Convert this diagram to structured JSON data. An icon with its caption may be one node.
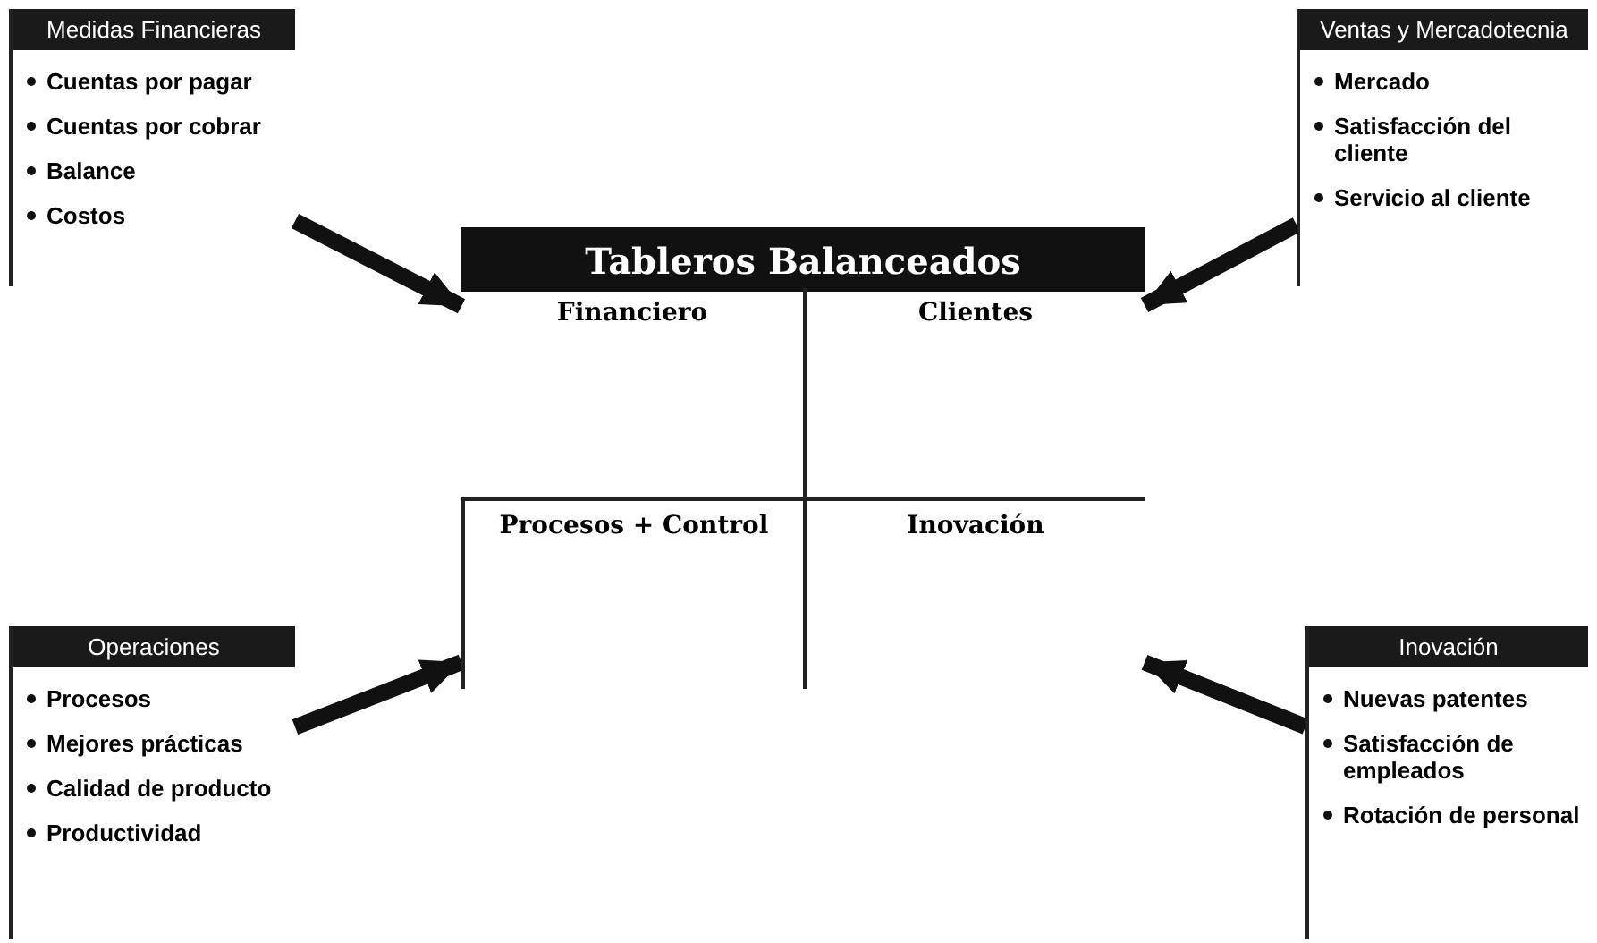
{
  "diagram": {
    "nodes": [
      {
        "text": [
          "Medidas Financieras",
          "Cuentas por pagar",
          "Cuentas por cobrar",
          "Balance",
          "Costos"
        ]
      },
      {
        "text": [
          "Ventas y Mercadotecnia",
          "Mercado",
          "Satisfacción del cliente",
          "Servicio al cliente"
        ]
      },
      {
        "text": [
          "Tableros Balanceados"
        ]
      },
      {
        "text": [
          "Financiero"
        ],
        "in": 2
      },
      {
        "text": [
          "Clientes"
        ],
        "in": 2
      },
      {
        "text": [
          "Procesos + Control"
        ],
        "in": 2
      },
      {
        "text": [
          "Inovación"
        ],
        "in": 2
      },
      {
        "text": [
          "Operaciones",
          "Procesos",
          "Mejores prácticas",
          "Calidad de producto",
          "Productividad"
        ]
      },
      {
        "text": [
          "Inovación",
          "Nuevas patentes",
          "Satisfacción de empleados",
          "Rotación de personal"
        ]
      }
    ],
    "edges": [
      {
        "from": 0,
        "to": 3,
        "arrow": "to"
      },
      {
        "from": 1,
        "to": 4,
        "arrow": "to"
      },
      {
        "from": 7,
        "to": 5,
        "arrow": "to"
      },
      {
        "from": 8,
        "to": 6,
        "arrow": "to"
      }
    ]
  }
}
